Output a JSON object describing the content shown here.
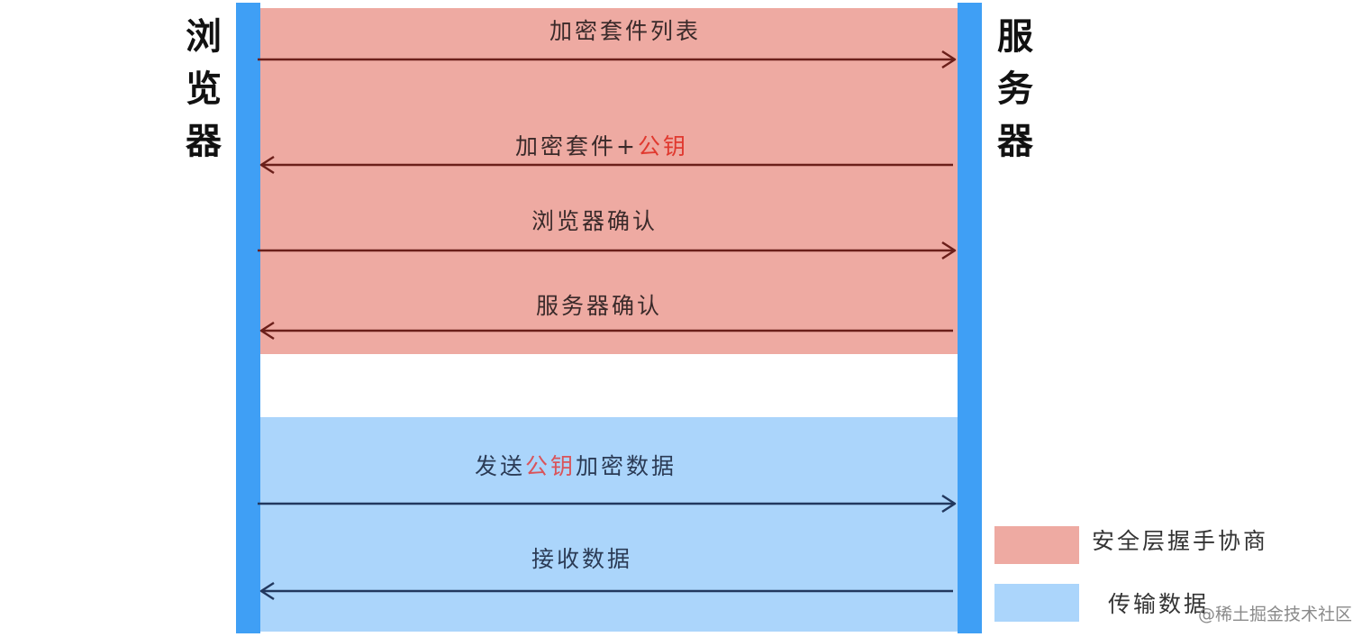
{
  "left_actor": "浏览器",
  "right_actor": "服务器",
  "messages": [
    {
      "direction": "right",
      "text": "加密套件列表"
    },
    {
      "direction": "left",
      "text": "加密套件+",
      "highlight": "公钥",
      "suffix": ""
    },
    {
      "direction": "right",
      "text": "浏览器确认"
    },
    {
      "direction": "left",
      "text": "服务器确认"
    },
    {
      "direction": "right",
      "text": "发送",
      "highlight": "公钥",
      "suffix": "加密数据"
    },
    {
      "direction": "left",
      "text": "接收数据"
    }
  ],
  "legend": [
    {
      "label": "安全层握手协商",
      "color": "#eeaaa2"
    },
    {
      "label": "传输数据",
      "color": "#abd5fb"
    }
  ],
  "watermark": "@稀土掘金技术社区",
  "colors": {
    "pillar": "#3f9ff5",
    "handshake_band": "#eeaaa2",
    "transfer_band": "#abd5fb",
    "arrow_handshake": "#6b1f1a",
    "arrow_transfer": "#22385e",
    "highlight": "#e0392f"
  }
}
